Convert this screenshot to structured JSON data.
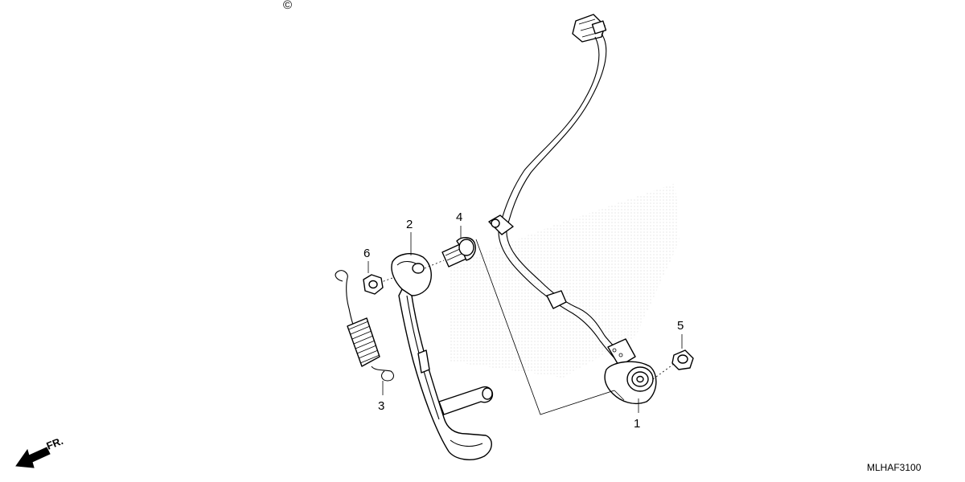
{
  "diagram": {
    "diagram_code": "MLHAF3100",
    "front_indicator": "FR.",
    "copyright_mark": "©",
    "callouts": [
      {
        "id": "1",
        "label": "1"
      },
      {
        "id": "2",
        "label": "2"
      },
      {
        "id": "3",
        "label": "3"
      },
      {
        "id": "4",
        "label": "4"
      },
      {
        "id": "5",
        "label": "5"
      },
      {
        "id": "6",
        "label": "6"
      }
    ]
  }
}
